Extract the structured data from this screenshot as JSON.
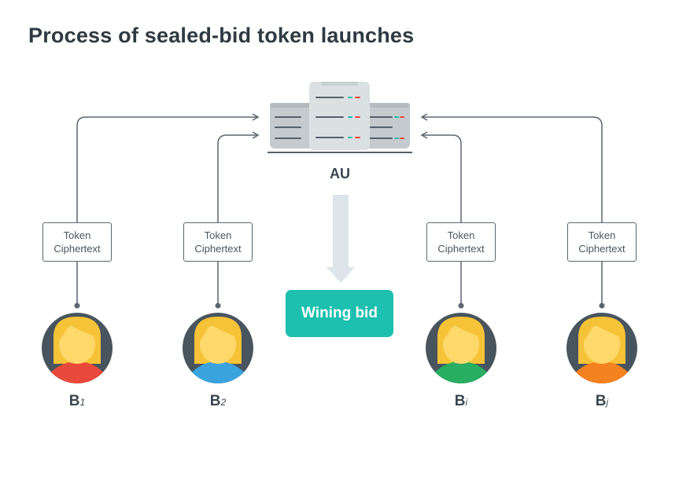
{
  "title": "Process of sealed-bid token launches",
  "auctioneer": {
    "label": "AU"
  },
  "ciphertext_box": {
    "line1": "Token",
    "line2": "Ciphertext"
  },
  "result": {
    "label": "Wining bid"
  },
  "bidders": [
    {
      "name": "B",
      "sub": "1",
      "shirt_color": "#e9493b"
    },
    {
      "name": "B",
      "sub": "2",
      "shirt_color": "#3aa3dd"
    },
    {
      "name": "B",
      "sub": "i",
      "shirt_color": "#27ae60"
    },
    {
      "name": "B",
      "sub": "j",
      "shirt_color": "#f58220"
    }
  ],
  "colors": {
    "accent": "#1dbfae",
    "connector": "#5b6670",
    "arrow": "#dde5ea",
    "server": "#c9cfd3",
    "avatar_bg": "#48545e",
    "face": "#ffd86b",
    "hair": "#f6c338"
  },
  "icons": [
    "server-icon",
    "down-arrow-icon",
    "person-avatar-icon"
  ]
}
